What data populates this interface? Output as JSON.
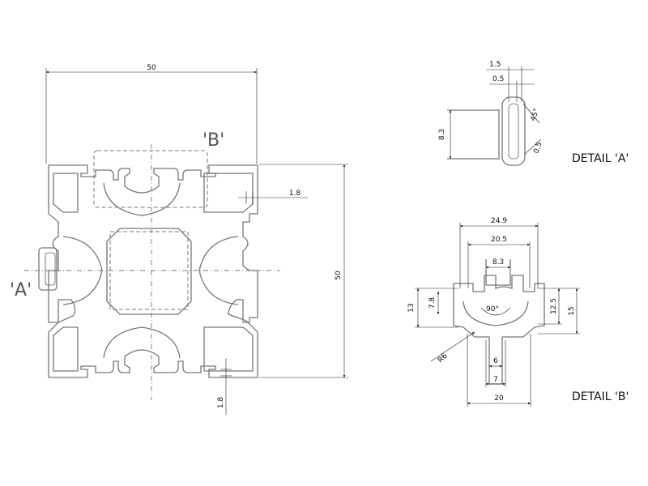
{
  "labels": {
    "detail_a_marker": "'A'",
    "detail_b_marker": "'B'",
    "detail_a_title": "DETAIL 'A'",
    "detail_b_title": "DETAIL 'B'"
  },
  "dimensions": {
    "main_width": "50",
    "main_height": "50",
    "wall_side": "1.8",
    "wall_bottom": "1.8",
    "a_top_1": "1.5",
    "a_top_2": "0.5",
    "a_height": "8.3",
    "a_chamfer_1": "45°",
    "a_chamfer_2": "0.5",
    "b_width_outer": "24.9",
    "b_width_mid": "20.5",
    "b_width_inner": "8.3",
    "b_angle": "90°",
    "b_left_1": "13",
    "b_left_2": "7.8",
    "b_right_1": "12.5",
    "b_right_2": "15",
    "b_stem_1": "6",
    "b_stem_2": "7",
    "b_bottom": "20",
    "b_radius": "R6"
  },
  "colors": {
    "outline": "#777777",
    "text": "#111111"
  }
}
